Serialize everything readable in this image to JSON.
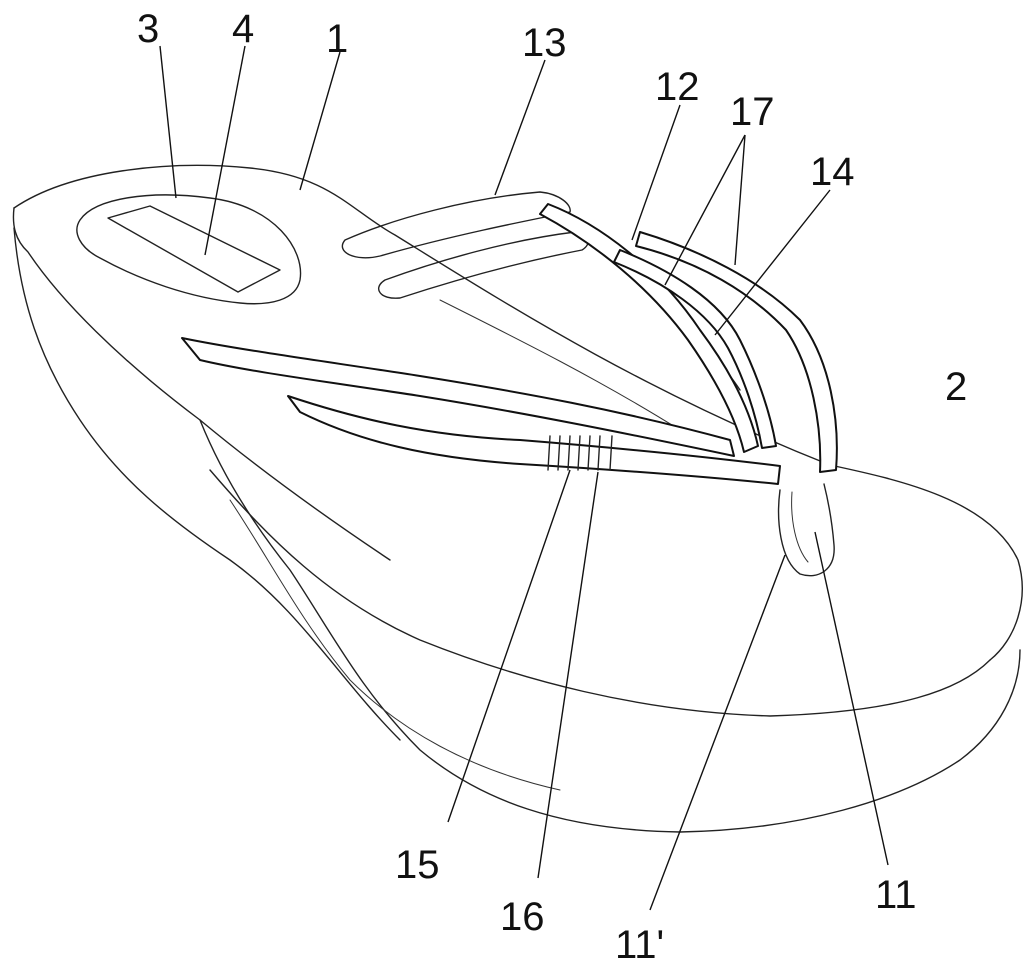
{
  "labels": [
    {
      "id": "3",
      "text": "3"
    },
    {
      "id": "4",
      "text": "4"
    },
    {
      "id": "1",
      "text": "1"
    },
    {
      "id": "13",
      "text": "13"
    },
    {
      "id": "12",
      "text": "12"
    },
    {
      "id": "17",
      "text": "17"
    },
    {
      "id": "14",
      "text": "14"
    },
    {
      "id": "2",
      "text": "2"
    },
    {
      "id": "15",
      "text": "15"
    },
    {
      "id": "16",
      "text": "16"
    },
    {
      "id": "11p",
      "text": "11'"
    },
    {
      "id": "11",
      "text": "11"
    }
  ]
}
